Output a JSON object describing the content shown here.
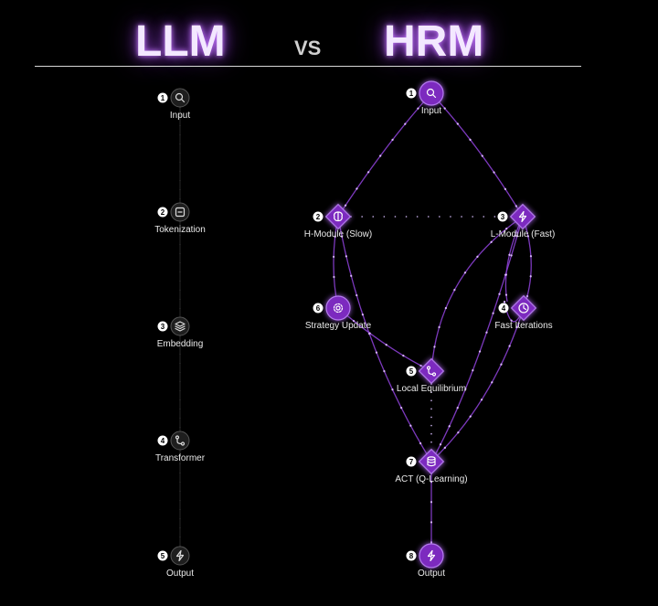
{
  "header": {
    "left_title": "LLM",
    "vs": "VS",
    "right_title": "HRM"
  },
  "llm": {
    "nodes": [
      {
        "num": "1",
        "label": "Input",
        "icon": "search-icon"
      },
      {
        "num": "2",
        "label": "Tokenization",
        "icon": "minus-square-icon"
      },
      {
        "num": "3",
        "label": "Embedding",
        "icon": "layers-icon"
      },
      {
        "num": "4",
        "label": "Transformer",
        "icon": "git-branch-icon"
      },
      {
        "num": "5",
        "label": "Output",
        "icon": "zap-icon"
      }
    ]
  },
  "hrm": {
    "nodes": [
      {
        "num": "1",
        "label": "Input",
        "icon": "search-icon"
      },
      {
        "num": "2",
        "label": "H-Module (Slow)",
        "icon": "brain-icon"
      },
      {
        "num": "3",
        "label": "L-Module (Fast)",
        "icon": "zap-icon"
      },
      {
        "num": "4",
        "label": "Fast Iterations",
        "icon": "clock-icon"
      },
      {
        "num": "5",
        "label": "Local Equilibrium",
        "icon": "git-branch-icon"
      },
      {
        "num": "6",
        "label": "Strategy Update",
        "icon": "gear-icon"
      },
      {
        "num": "7",
        "label": "ACT (Q-Learning)",
        "icon": "database-icon"
      },
      {
        "num": "8",
        "label": "Output",
        "icon": "zap-icon"
      }
    ]
  },
  "colors": {
    "accent": "#7b2cbf",
    "accent_light": "#b57bee",
    "line": "#8a3fd1"
  }
}
